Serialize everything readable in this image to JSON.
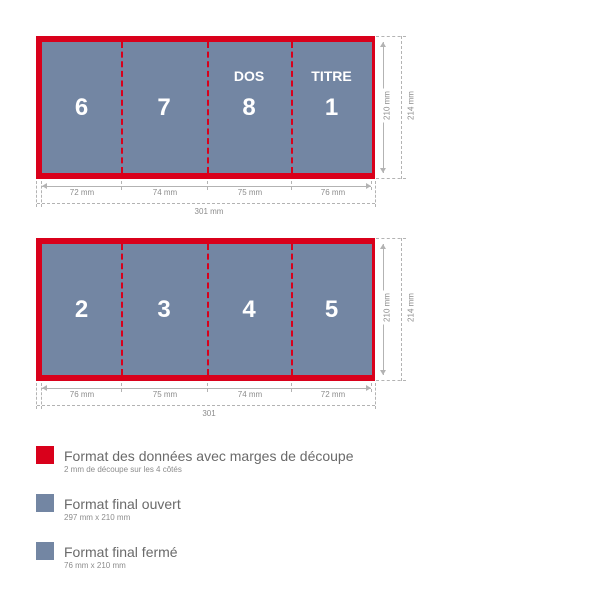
{
  "colors": {
    "bleed": "#d9001b",
    "final": "#7386a3",
    "dim": "#b3b3b3"
  },
  "top_sheet": {
    "panels": [
      {
        "number": "6",
        "label": ""
      },
      {
        "number": "7",
        "label": ""
      },
      {
        "number": "8",
        "label": "DOS"
      },
      {
        "number": "1",
        "label": "TITRE"
      }
    ],
    "widths": [
      "72 mm",
      "74 mm",
      "75 mm",
      "76 mm"
    ],
    "total": "301 mm",
    "height_inner": "210 mm",
    "height_outer": "214 mm"
  },
  "bottom_sheet": {
    "panels": [
      {
        "number": "2"
      },
      {
        "number": "3"
      },
      {
        "number": "4"
      },
      {
        "number": "5"
      }
    ],
    "widths": [
      "76 mm",
      "75 mm",
      "74 mm",
      "72 mm"
    ],
    "total": "301",
    "height_inner": "210 mm",
    "height_outer": "214 mm"
  },
  "legend": [
    {
      "title": "Format des données avec marges de découpe",
      "subtitle": "2 mm de découpe sur les 4 côtés",
      "color": "#d9001b"
    },
    {
      "title": "Format final ouvert",
      "subtitle": "297 mm x 210 mm",
      "color": "#7386a3"
    },
    {
      "title": "Format final fermé",
      "subtitle": "76 mm x 210 mm",
      "color": "#7386a3"
    }
  ]
}
